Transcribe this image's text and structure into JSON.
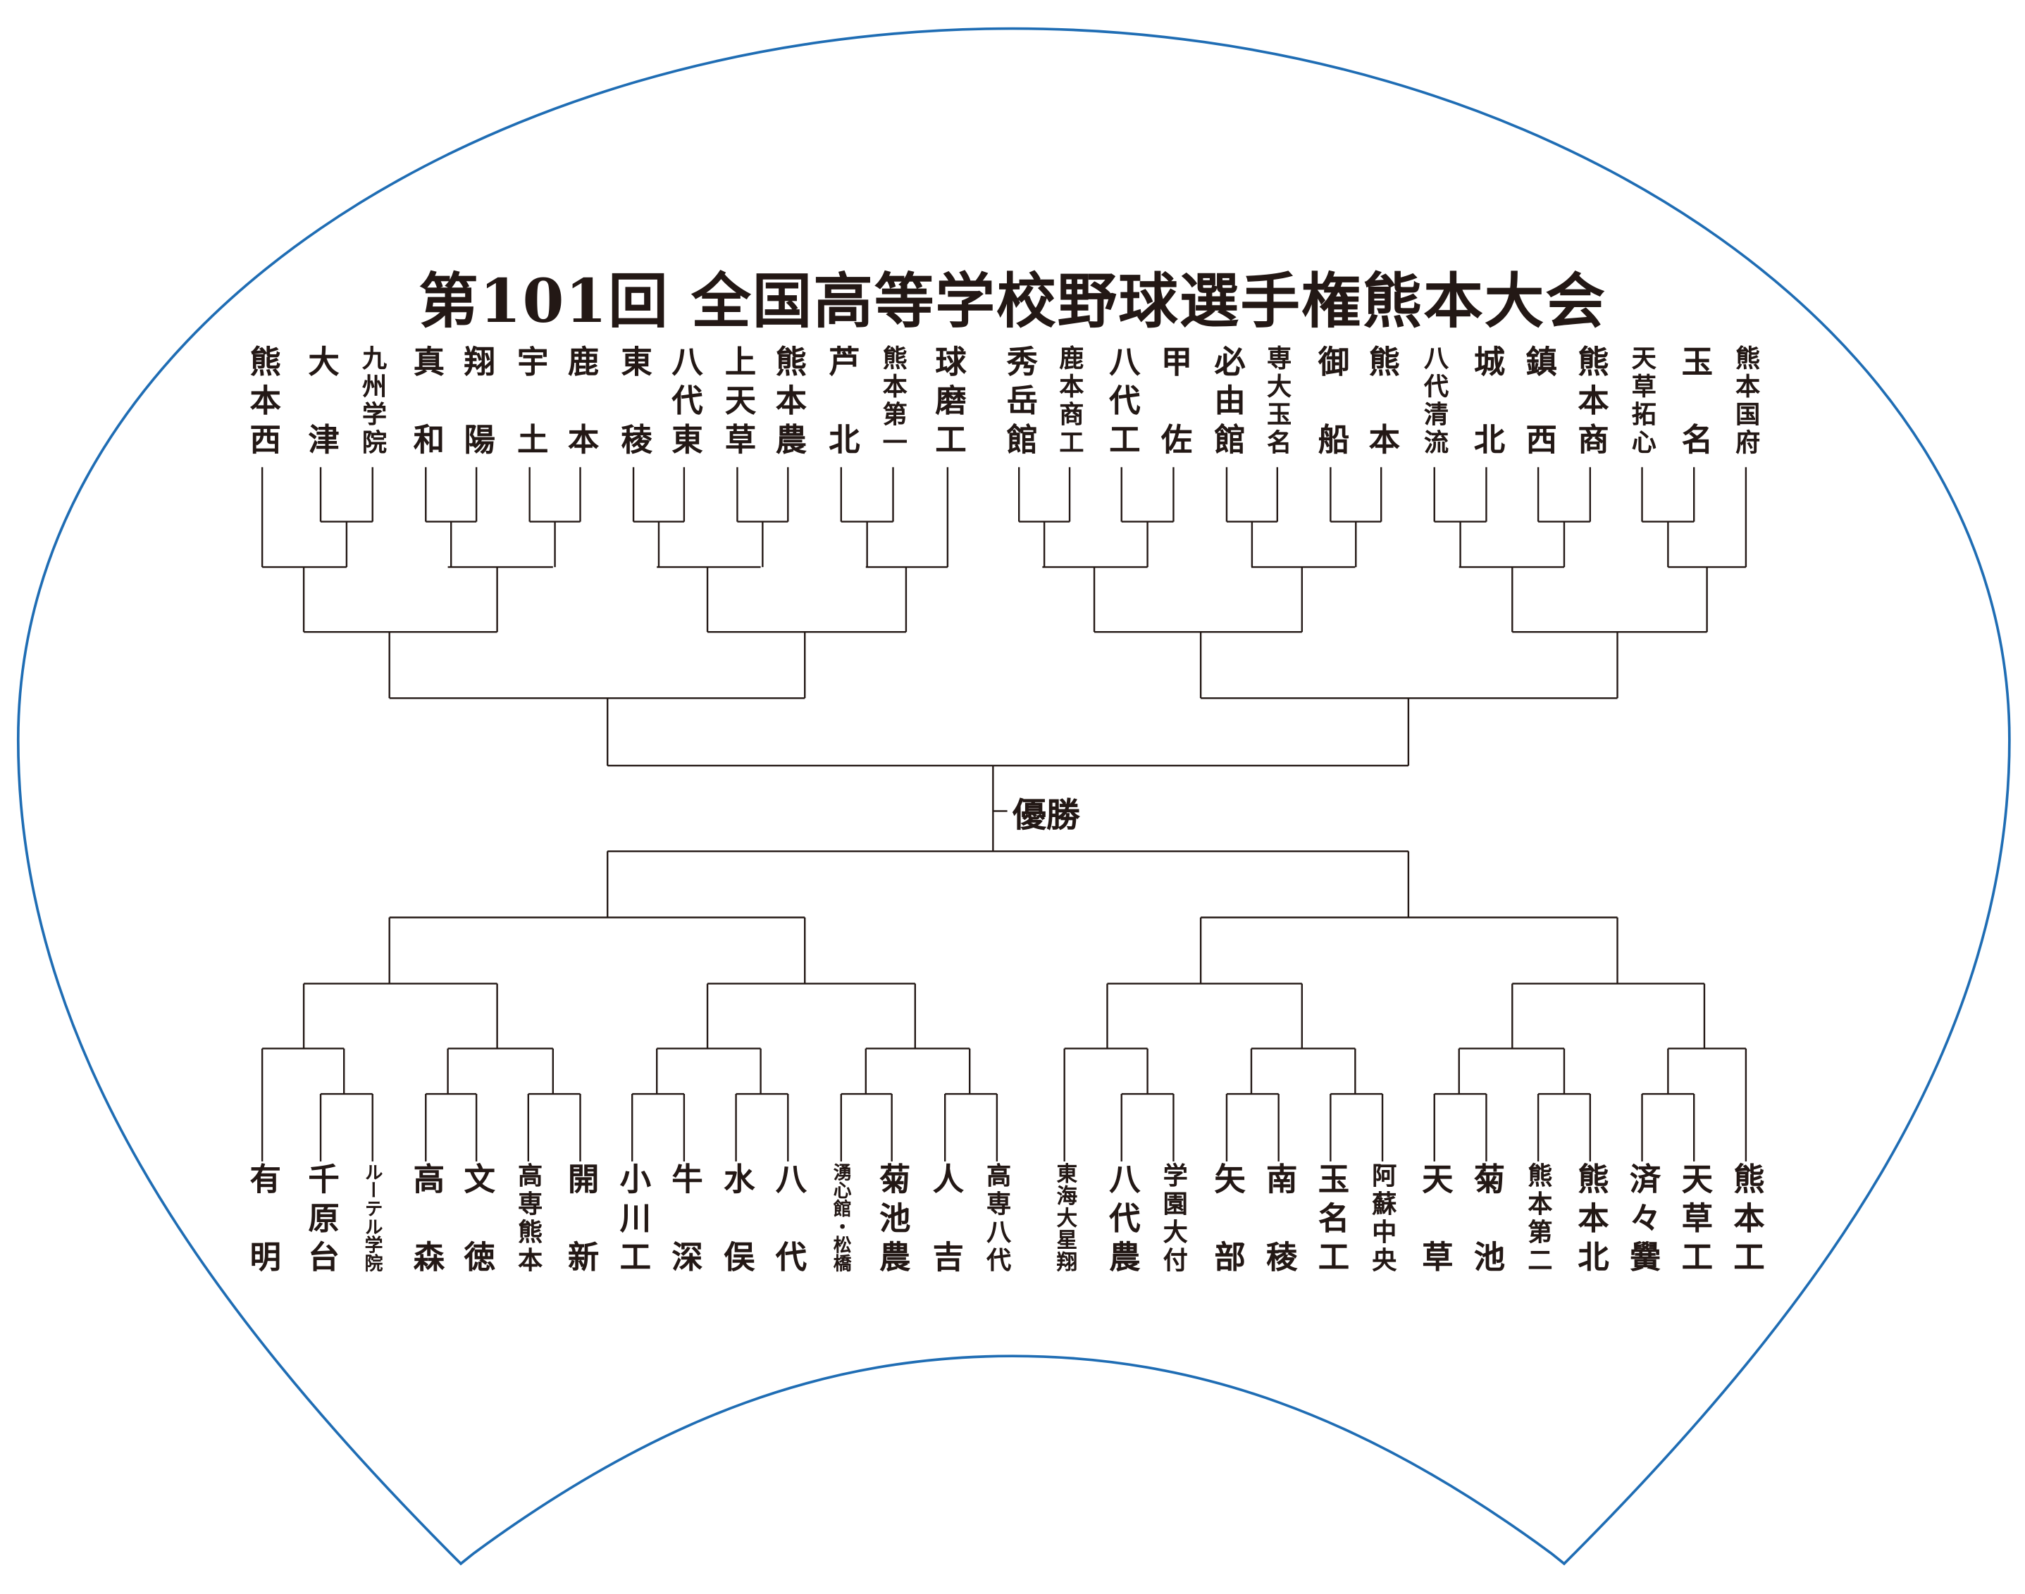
{
  "title": "第101回 全国高等学校野球選手権熊本大会",
  "champion_label": "優勝",
  "colors": {
    "outline": "#1f6db4",
    "lines": "#231815"
  },
  "top_teams": [
    "熊本西",
    "大津",
    "九州学院",
    "真和",
    "翔陽",
    "宇土",
    "鹿本",
    "東稜",
    "八代東",
    "上天草",
    "熊本農",
    "芦北",
    "熊本第一",
    "球磨工",
    "秀岳館",
    "鹿本商工",
    "八代工",
    "甲佐",
    "必由館",
    "専大玉名",
    "御船",
    "熊本",
    "八代清流",
    "城北",
    "鎮西",
    "熊本商",
    "天草拓心",
    "玉名",
    "熊本国府"
  ],
  "bottom_teams": [
    "有明",
    "千原台",
    "ルーテル学院",
    "高森",
    "文徳",
    "高専熊本",
    "開新",
    "小川工",
    "牛深",
    "水俣",
    "八代",
    "湧心館・松橋",
    "菊池農",
    "人吉",
    "高専八代",
    "東海大星翔",
    "八代農",
    "学園大付",
    "矢部",
    "南稜",
    "玉名工",
    "阿蘇中央",
    "天草",
    "菊池",
    "熊本第二",
    "熊本北",
    "済々黌",
    "天草工",
    "熊本工"
  ]
}
